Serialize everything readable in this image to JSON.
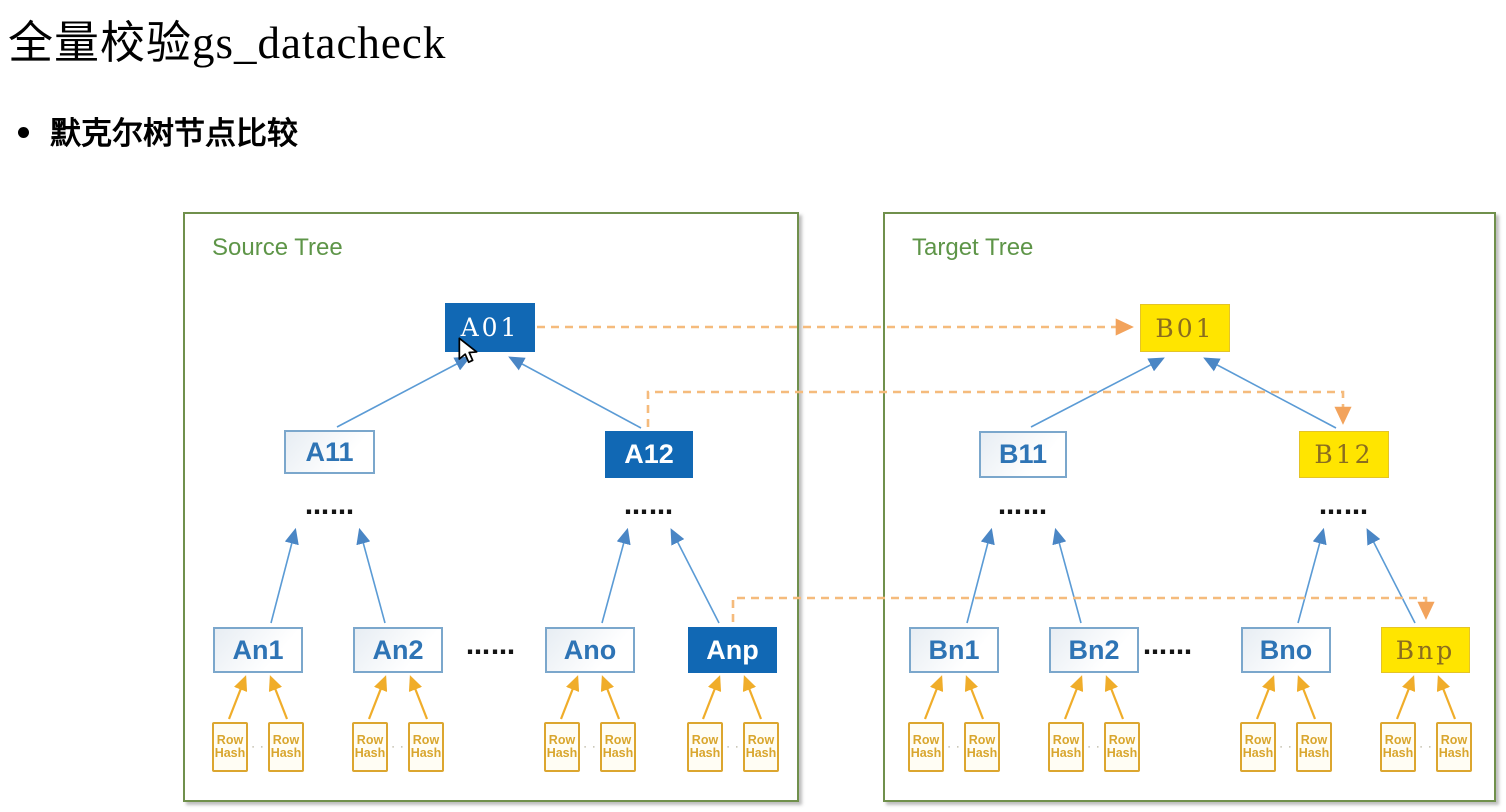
{
  "title": "全量校验gs_datacheck",
  "bullet_text": "默克尔树节点比较",
  "source_panel": {
    "label": "Source Tree"
  },
  "target_panel": {
    "label": "Target Tree"
  },
  "nodes": {
    "a01": "A01",
    "a11": "A11",
    "a12": "A12",
    "an1": "An1",
    "an2": "An2",
    "ano": "Ano",
    "anp": "Anp",
    "b01": "B01",
    "b11": "B11",
    "b12": "B12",
    "bn1": "Bn1",
    "bn2": "Bn2",
    "bno": "Bno",
    "bnp": "Bnp"
  },
  "leaf": {
    "line1": "Row",
    "line2": "Hash"
  },
  "leaf_dots": "· ·",
  "ellipsis": "……",
  "colors": {
    "source-node": "#1168B4",
    "target-node": "#FFE500",
    "target-node-text": "#8A6D1F",
    "neutral-node-border": "#7BA7CC",
    "neutral-node-text": "#2E74B5",
    "panel-border": "#70904C",
    "panel-label": "#5E9548",
    "blue-arrow": "#5B9BD5",
    "blue-arrowhead": "#4A86C5",
    "gold-arrow": "#F0AD2A",
    "dashed-arrow": "#F5BB7C",
    "dashed-arrowhead": "#F2A35C",
    "leaf-border": "#DCA62F"
  }
}
